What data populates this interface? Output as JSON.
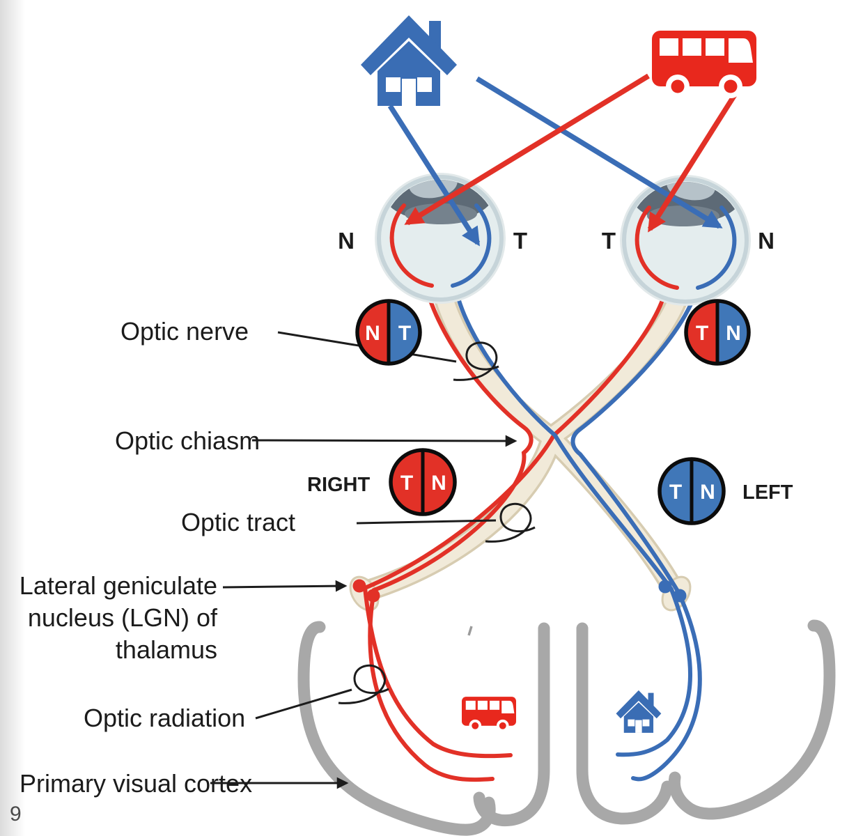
{
  "page_number": "9",
  "labels": {
    "optic_nerve": "Optic nerve",
    "optic_chiasm": "Optic chiasm",
    "right_side": "RIGHT",
    "optic_tract": "Optic tract",
    "left_side": "LEFT",
    "lgn_line1": "Lateral geniculate",
    "lgn_line2": "nucleus (LGN) of",
    "lgn_line3": "thalamus",
    "optic_radiation": "Optic radiation",
    "primary_visual_cortex": "Primary visual cortex"
  },
  "eyes": {
    "left_eye": {
      "left_letter": "N",
      "right_letter": "T"
    },
    "right_eye": {
      "left_letter": "T",
      "right_letter": "N"
    }
  },
  "badges": {
    "left_nerve": {
      "left": "N",
      "right": "T",
      "left_color": "#e23127",
      "right_color": "#4077b8"
    },
    "right_nerve": {
      "left": "T",
      "right": "N",
      "left_color": "#e23127",
      "right_color": "#4077b8"
    },
    "right_tract": {
      "left": "T",
      "right": "N",
      "left_color": "#e23127",
      "right_color": "#e23127"
    },
    "left_tract": {
      "left": "T",
      "right": "N",
      "left_color": "#4077b8",
      "right_color": "#4077b8"
    }
  },
  "icons": {
    "top_left": "house-icon",
    "top_right": "bus-icon",
    "bottom_left": "small-bus-icon",
    "bottom_right": "small-house-icon"
  },
  "colors": {
    "red": "#e23127",
    "blue": "#3a6db6",
    "beige_band": "#f1ead9",
    "brain_gray": "#a8a8a8",
    "eye_fill": "#e4edee"
  }
}
